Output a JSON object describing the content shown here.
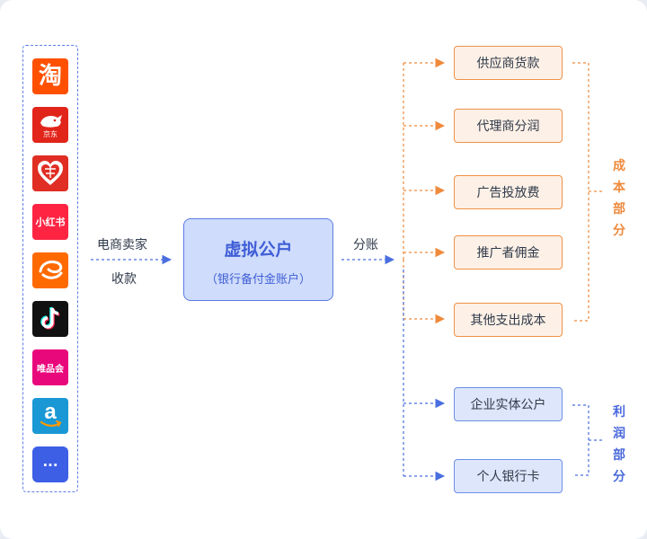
{
  "platforms": [
    {
      "name": "taobao",
      "text": "淘",
      "bg": "#ff5000"
    },
    {
      "name": "jd",
      "text": "京东",
      "bg": "#e1251b"
    },
    {
      "name": "pinduoduo",
      "text": "",
      "bg": "#e02e24"
    },
    {
      "name": "xiaohongshu",
      "text": "小红书",
      "bg": "#ff2442"
    },
    {
      "name": "alibaba",
      "text": "",
      "bg": "#ff6a00"
    },
    {
      "name": "douyin",
      "text": "",
      "bg": "#111111"
    },
    {
      "name": "vipshop",
      "text": "唯品会",
      "bg": "#e9087c"
    },
    {
      "name": "amazon",
      "text": "a",
      "bg": "#1a98d5"
    },
    {
      "name": "more",
      "text": "...",
      "bg": "#3c5fe6"
    }
  ],
  "flow": {
    "collect_top": "电商卖家",
    "collect_bottom": "收款",
    "split": "分账"
  },
  "center": {
    "title": "虚拟公户",
    "subtitle": "（银行备付金账户）"
  },
  "cost_items": [
    "供应商货款",
    "代理商分润",
    "广告投放费",
    "推广者佣金",
    "其他支出成本"
  ],
  "profit_items": [
    "企业实体公户",
    "个人银行卡"
  ],
  "group_labels": {
    "cost": [
      "成",
      "本",
      "部",
      "分"
    ],
    "profit": [
      "利",
      "润",
      "部",
      "分"
    ]
  },
  "colors": {
    "blue": "#4a6ee0",
    "orange": "#ef8a3c"
  }
}
